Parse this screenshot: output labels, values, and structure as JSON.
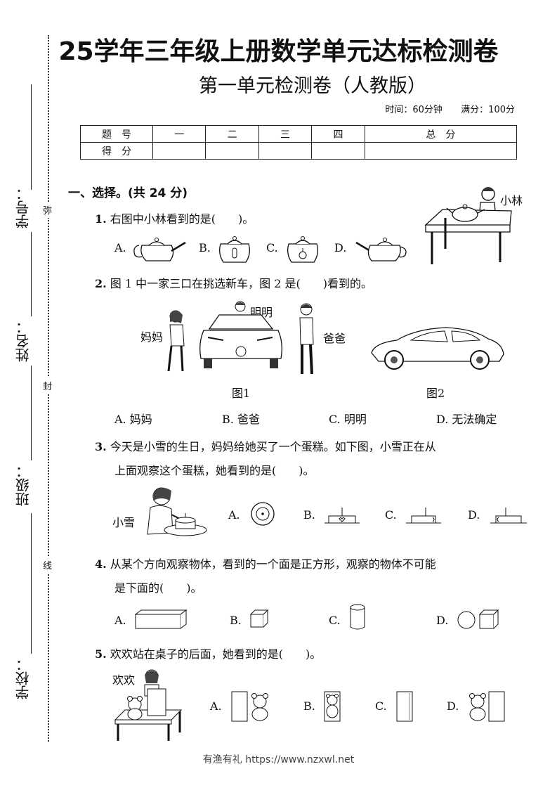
{
  "header": {
    "title": "25学年三年级上册数学单元达标检测卷",
    "subtitle": "第一单元检测卷（人教版）",
    "time": "时间：60分钟",
    "full_score": "满分：100分"
  },
  "score_table": {
    "row1": [
      "题　号",
      "一",
      "二",
      "三",
      "四",
      "总　分"
    ],
    "row2": [
      "得　分",
      "",
      "",
      "",
      "",
      ""
    ]
  },
  "binding": {
    "labels": [
      "学号：",
      "姓名：",
      "班级：",
      "学校："
    ],
    "marks": [
      "弥",
      "封",
      "线"
    ]
  },
  "section1": {
    "heading": "一、选择。(共 24 分)"
  },
  "questions": [
    {
      "num": "1.",
      "text": "右图中小林看到的是(　　)。",
      "figure_label": "小林",
      "options": [
        "A.",
        "B.",
        "C.",
        "D."
      ]
    },
    {
      "num": "2.",
      "text": "图 1 中一家三口在挑选新车，图 2 是(　　)看到的。",
      "figure_labels": {
        "mom": "妈妈",
        "son": "明明",
        "dad": "爸爸",
        "fig1": "图1",
        "fig2": "图2"
      },
      "options": [
        "A. 妈妈",
        "B. 爸爸",
        "C. 明明",
        "D. 无法确定"
      ]
    },
    {
      "num": "3.",
      "text_line1": "今天是小雪的生日，妈妈给她买了一个蛋糕。如下图，小雪正在从",
      "text_line2": "上面观察这个蛋糕，她看到的是(　　)。",
      "figure_label": "小雪",
      "options": [
        "A.",
        "B.",
        "C.",
        "D."
      ]
    },
    {
      "num": "4.",
      "text_line1": "从某个方向观察物体，看到的一个面是正方形，观察的物体不可能",
      "text_line2": "是下面的(　　)。",
      "options": [
        "A.",
        "B.",
        "C.",
        "D."
      ]
    },
    {
      "num": "5.",
      "text": "欢欢站在桌子的后面，她看到的是(　　)。",
      "figure_label": "欢欢",
      "options": [
        "A.",
        "B.",
        "C.",
        "D."
      ]
    }
  ],
  "footer": "有渔有礼 https://www.nzxwl.net"
}
